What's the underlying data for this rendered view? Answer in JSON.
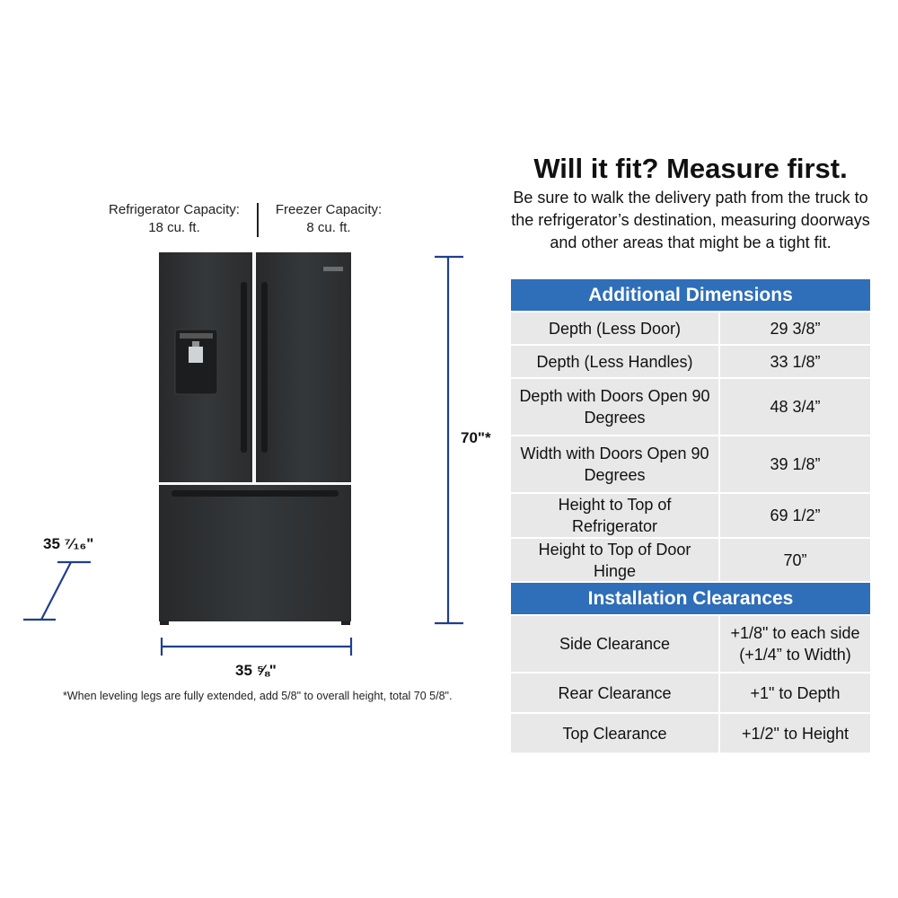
{
  "capacity": {
    "refrigerator_label": "Refrigerator Capacity:",
    "refrigerator_value": "18 cu. ft.",
    "freezer_label": "Freezer Capacity:",
    "freezer_value": "8 cu. ft."
  },
  "dimensions": {
    "height": "70\"*",
    "width": "35 ⅝\"",
    "depth": "35 ⁷⁄₁₆\""
  },
  "footnote": "*When leveling legs are fully extended, add 5/8\" to overall height, total 70 5/8\".",
  "headline": "Will it fit? Measure first.",
  "intro": "Be sure to walk the delivery path from the truck to the refrigerator’s destination, measuring doorways and other areas that might be a tight fit.",
  "additional": {
    "title": "Additional Dimensions",
    "rows": [
      {
        "label": "Depth (Less Door)",
        "value": "29 3/8”"
      },
      {
        "label": "Depth (Less Handles)",
        "value": "33 1/8”"
      },
      {
        "label": "Depth with Doors Open 90 Degrees",
        "value": "48 3/4”"
      },
      {
        "label": "Width with Doors Open 90 Degrees",
        "value": "39 1/8”"
      },
      {
        "label": "Height to Top of Refrigerator",
        "value": "69 1/2”"
      },
      {
        "label": "Height to Top of Door Hinge",
        "value": "70”"
      }
    ]
  },
  "clearances": {
    "title": "Installation Clearances",
    "rows": [
      {
        "label": "Side Clearance",
        "value": "+1/8\" to each side (+1/4” to Width)"
      },
      {
        "label": "Rear Clearance",
        "value": "+1\" to Depth"
      },
      {
        "label": "Top Clearance",
        "value": "+1/2\" to Height"
      }
    ]
  },
  "colors": {
    "header_blue": "#2f6eb8",
    "dimension_line": "#1f3f8f",
    "cell_gray": "#e8e8e8",
    "fridge_body": "#2d2f31"
  }
}
